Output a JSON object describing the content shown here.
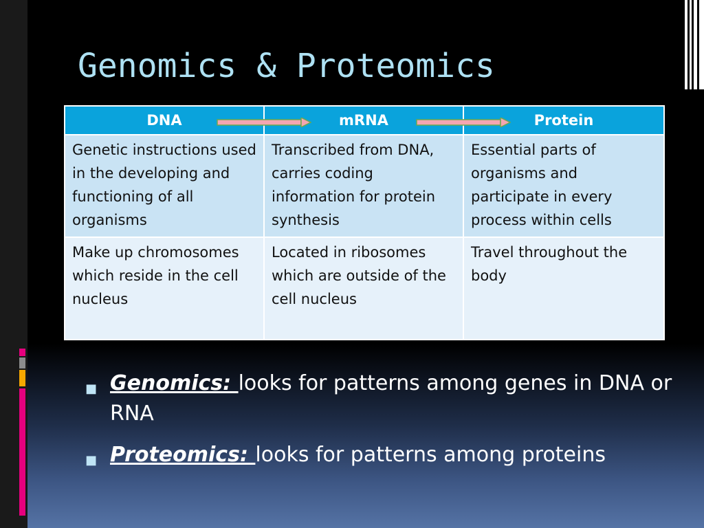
{
  "slide": {
    "title": "Genomics & Proteomics"
  },
  "table": {
    "headers": [
      "DNA",
      "mRNA",
      "Protein"
    ],
    "rows": [
      [
        "Genetic instructions used in the developing and functioning of all organisms",
        "Transcribed from DNA, carries coding information for protein synthesis",
        "Essential parts of organisms and participate in every process within cells"
      ],
      [
        "Make up chromosomes which reside in the cell nucleus",
        "Located in  ribosomes which are outside of the cell nucleus",
        "Travel throughout the body"
      ]
    ]
  },
  "bullets": [
    {
      "term": "Genomics: ",
      "text": "looks for patterns among genes in DNA or RNA"
    },
    {
      "term": "Proteomics: ",
      "text": "looks for patterns among proteins"
    }
  ],
  "icons": {
    "bullet": "square-bullet-icon",
    "arrow": "right-arrow-icon"
  },
  "colors": {
    "background": "#000000",
    "title": "#aee1f3",
    "header_fill": "#0aa3dc",
    "row_fill_1": "#c9e3f4",
    "row_fill_2": "#e6f1fa",
    "arrow_fill": "#f4a6b2",
    "arrow_outline": "#6aa84f",
    "accent_pink": "#e6007e",
    "accent_orange": "#f7a800",
    "accent_gray": "#8c8c8c"
  }
}
